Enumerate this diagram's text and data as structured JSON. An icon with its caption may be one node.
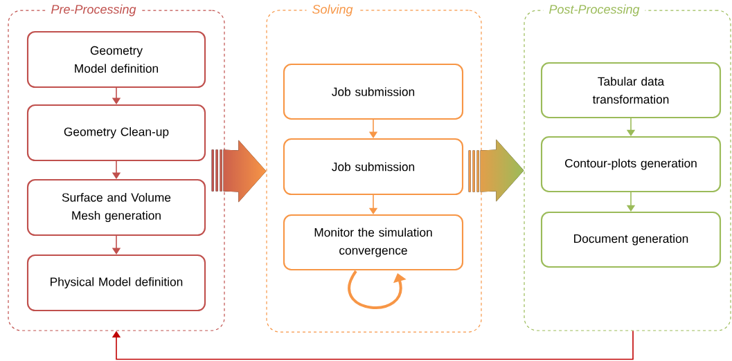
{
  "diagram": {
    "nodes": [
      {
        "text": [
          "Pre-Processing"
        ]
      },
      {
        "text": [
          "Geometry Model definition"
        ],
        "in": 0
      },
      {
        "text": [
          "Geometry Clean-up"
        ],
        "in": 0
      },
      {
        "text": [
          "Surface and Volume Mesh generation"
        ],
        "in": 0
      },
      {
        "text": [
          "Physical Model definition"
        ],
        "in": 0
      },
      {
        "text": [
          "Solving"
        ]
      },
      {
        "text": [
          "Job submission"
        ],
        "in": 5
      },
      {
        "text": [
          "Job submission"
        ],
        "in": 5
      },
      {
        "text": [
          "Monitor the simulation convergence"
        ],
        "in": 5
      },
      {
        "text": [
          "Post-Processing"
        ]
      },
      {
        "text": [
          "Tabular data transformation"
        ],
        "in": 9
      },
      {
        "text": [
          "Contour-plots generation"
        ],
        "in": 9
      },
      {
        "text": [
          "Document generation"
        ],
        "in": 9
      }
    ],
    "edges": [
      {
        "from": 1,
        "to": 2,
        "arrow": "to",
        "color": "#c0504d"
      },
      {
        "from": 2,
        "to": 3,
        "arrow": "to",
        "color": "#c0504d"
      },
      {
        "from": 3,
        "to": 4,
        "arrow": "to",
        "color": "#c0504d"
      },
      {
        "from": 6,
        "to": 7,
        "arrow": "to",
        "color": "#f79646"
      },
      {
        "from": 7,
        "to": 8,
        "arrow": "to",
        "color": "#f79646"
      },
      {
        "from": 8,
        "to": 8,
        "arrow": "to",
        "style": "thick",
        "color": "#f79646"
      },
      {
        "from": 10,
        "to": 11,
        "arrow": "to",
        "color": "#9bbb59"
      },
      {
        "from": 11,
        "to": 12,
        "arrow": "to",
        "color": "#9bbb59"
      },
      {
        "from": 0,
        "to": 5,
        "arrow": "to",
        "style": "thick",
        "color": "#f79646"
      },
      {
        "from": 5,
        "to": 9,
        "arrow": "to",
        "style": "thick",
        "color": "#9bbb59"
      },
      {
        "from": 9,
        "to": 0,
        "arrow": "to",
        "color": "#c00000"
      }
    ]
  }
}
